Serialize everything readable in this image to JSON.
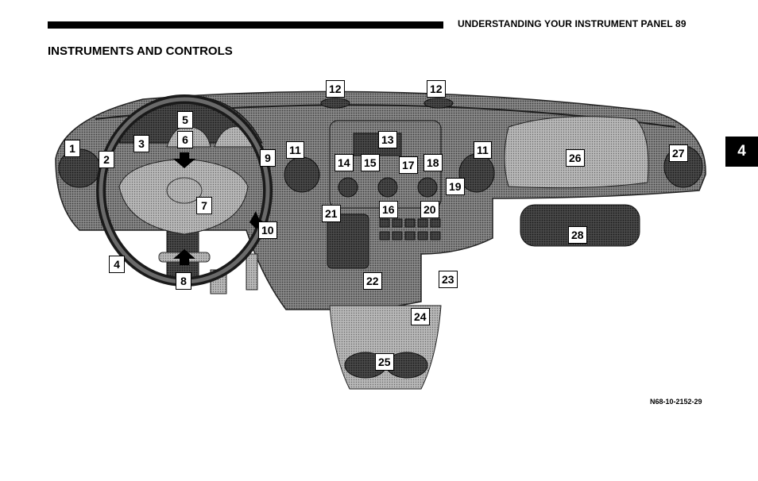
{
  "header": {
    "running_head": "UNDERSTANDING YOUR INSTRUMENT PANEL  89",
    "chapter_tab": "4"
  },
  "section_title": "INSTRUMENTS AND CONTROLS",
  "figure": {
    "id": "N68-10-2152-29",
    "callouts": [
      "1",
      "2",
      "3",
      "4",
      "5",
      "6",
      "7",
      "8",
      "9",
      "10",
      "11",
      "11",
      "12",
      "12",
      "13",
      "14",
      "15",
      "16",
      "17",
      "18",
      "19",
      "20",
      "21",
      "22",
      "23",
      "24",
      "25",
      "26",
      "27",
      "28"
    ]
  },
  "colors": {
    "ink": "#000000",
    "dash_dark": "#3a3a3a",
    "dash_mid": "#6e6e6e",
    "dash_light": "#9a9a9a"
  }
}
